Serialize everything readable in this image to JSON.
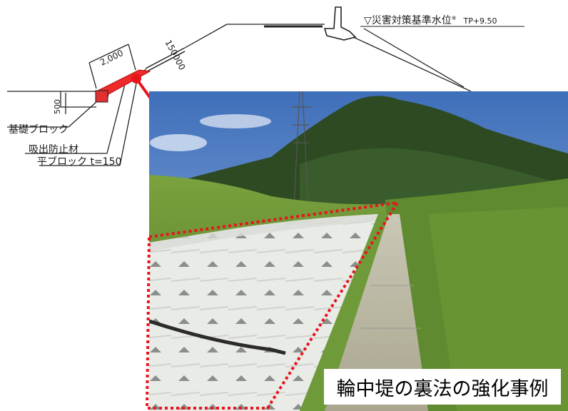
{
  "labels": {
    "water_level": "▽災害対策基準水位",
    "water_level_note": "※",
    "water_level_value": "TP+9.50",
    "dim_width": "2,000",
    "dim_slope": "150000",
    "dim_depth": "500",
    "foundation_block": "基礎ブロック",
    "anti_outflow": "吸出防止材",
    "flat_block": "平ブロック t=150"
  },
  "caption": "輪中堤の裏法の強化事例",
  "colors": {
    "highlight_red": "#e8141c",
    "block_red": "#ee2a2a",
    "drawing_line": "#222222",
    "sky": "#5b86c9",
    "mountain": "#2f4a26",
    "grass": "#6f9a3a",
    "concrete": "#e6e8e4"
  },
  "icons": {
    "callout_dot": "red-circle-marker"
  }
}
